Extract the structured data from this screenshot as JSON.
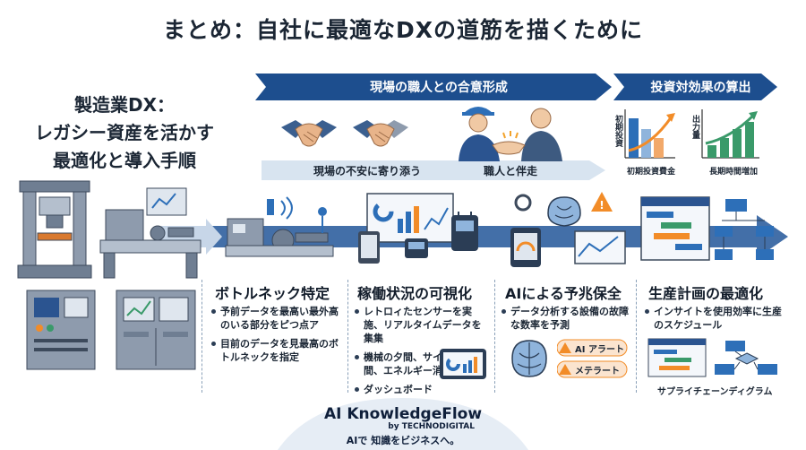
{
  "title": "まとめ：自社に最適なDXの道筋を描くために",
  "left_title": [
    "製造業DX：",
    "レガシー資産を活かす",
    "最適化と導入手順"
  ],
  "band": {
    "main_label": "現場の職人との合意形成",
    "right_label": "投資対効果の算出",
    "sub_left": "現場の不安に寄り添う",
    "sub_right": "職人と伴走"
  },
  "roi": {
    "chart1_vlabel": "初期投資",
    "chart1_caption": "初期投資費金",
    "chart2_vlabel": "出力量",
    "chart2_caption": "長期時間増加"
  },
  "sections": [
    {
      "heading": "ボトルネック特定",
      "bullets": [
        "予前データを最高い最外高のいる部分をピつ点ア",
        "目前のデータを見最高のボトルネックを指定"
      ]
    },
    {
      "heading": "稼働状況の可視化",
      "bullets": [
        "レトロィたセンサーを実施、リアルタイムデータを集集",
        "機械の夕間、サイクル時間、エネルギー消費を集め",
        "ダッシュボード"
      ]
    },
    {
      "heading": "AIによる予兆保全",
      "bullets": [
        "データ分析する設備の故障な数率を予測"
      ],
      "alerts": [
        "AI アラート",
        "メテラート"
      ]
    },
    {
      "heading": "生産計画の最適化",
      "bullets": [
        "インサイトを使用効率に生産のスケジュール"
      ],
      "caption": "サプライチェーンディグラム"
    }
  ],
  "brand": {
    "name": "AI KnowledgeFlow",
    "by": "by TECHNODIGITAL",
    "tagline": "AIで 知識をビジネスへ。"
  },
  "colors": {
    "band_dark": "#1d4e8e",
    "band_light": "#d8e4f0",
    "arrow_main": "#2f5f9e",
    "machine": "#8e9bad",
    "accent_orange": "#f28c28",
    "accent_green": "#3a9a6a"
  }
}
